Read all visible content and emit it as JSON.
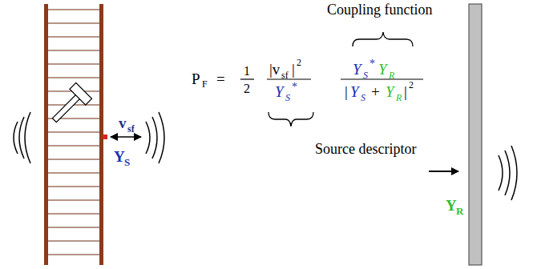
{
  "diagram": {
    "labels": [
      "Coupling function",
      "P",
      "F",
      "=",
      "1",
      "2",
      "|v",
      "sf",
      "|",
      "2",
      "Y",
      "S",
      "*",
      "Y",
      "S",
      "*",
      "Y",
      "R",
      "|",
      "Y",
      "S",
      "+",
      "Y",
      "R",
      "|",
      "2",
      "Source descriptor",
      "v",
      "sf",
      "Y",
      "S",
      "Y",
      "R"
    ]
  }
}
